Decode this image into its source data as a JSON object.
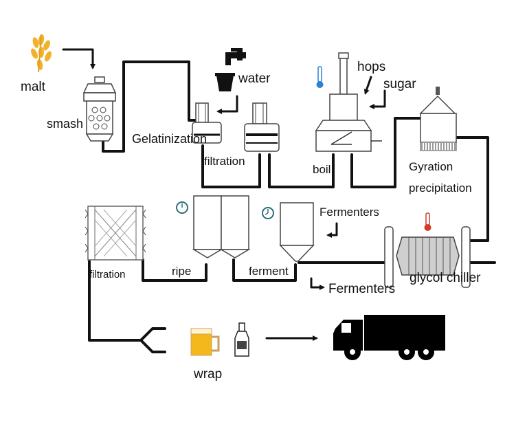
{
  "labels": {
    "malt": "malt",
    "smash": "smash",
    "water": "water",
    "gelatinization": "Gelatinization",
    "filtration_top": "filtration",
    "hops": "hops",
    "sugar": "sugar",
    "boil": "boil",
    "gyration": "Gyration",
    "precipitation": "precipitation",
    "fermenters_top": "Fermenters",
    "filtration_left": "filtration",
    "ripe": "ripe",
    "ferment": "ferment",
    "fermenters_bottom": "Fermenters",
    "glycol_chiller": "glycol chiller",
    "wrap": "wrap"
  },
  "colors": {
    "line": "#111111",
    "malt": "#f2b12b",
    "beer": "#f5b81c",
    "thermometer_blue": "#2f7fd6",
    "thermometer_red": "#d33a2a",
    "clock": "#2b6f7a",
    "chiller_fill": "#cfcfcf"
  },
  "icons": [
    "malt-icon",
    "water-tap-icon",
    "bucket-icon",
    "thermometer-icon",
    "clock-icon",
    "beer-mug-icon",
    "bottle-icon",
    "truck-icon"
  ]
}
